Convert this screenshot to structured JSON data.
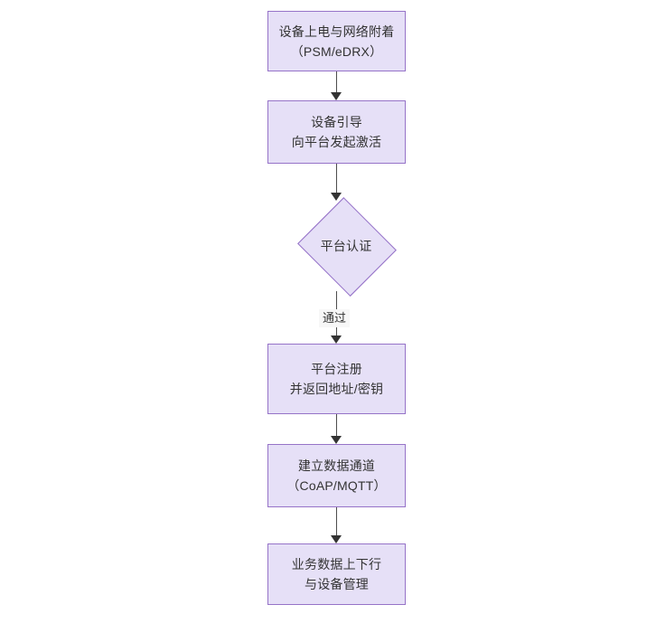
{
  "diagram": {
    "type": "flowchart",
    "orientation": "top-to-bottom",
    "background_color": "#ffffff",
    "node_fill_color": "#e6e0f7",
    "node_border_color": "#9673c8",
    "text_color": "#333333",
    "connector_color": "#4d4d4d",
    "nodes": [
      {
        "id": "power-on",
        "shape": "rectangle",
        "line1": "设备上电与网络附着",
        "line2": "（PSM/eDRX）"
      },
      {
        "id": "bootstrap",
        "shape": "rectangle",
        "line1": "设备引导",
        "line2": "向平台发起激活"
      },
      {
        "id": "auth",
        "shape": "diamond",
        "line1": "平台认证",
        "line2": ""
      },
      {
        "id": "register",
        "shape": "rectangle",
        "line1": "平台注册",
        "line2": "并返回地址/密钥"
      },
      {
        "id": "channel",
        "shape": "rectangle",
        "line1": "建立数据通道",
        "line2": "（CoAP/MQTT）"
      },
      {
        "id": "business",
        "shape": "rectangle",
        "line1": "业务数据上下行",
        "line2": "与设备管理"
      }
    ],
    "edges": [
      {
        "id": "e1",
        "from": "power-on",
        "to": "bootstrap",
        "label": ""
      },
      {
        "id": "e2",
        "from": "bootstrap",
        "to": "auth",
        "label": ""
      },
      {
        "id": "e3",
        "from": "auth",
        "to": "register",
        "label": "通过"
      },
      {
        "id": "e4",
        "from": "register",
        "to": "channel",
        "label": ""
      },
      {
        "id": "e5",
        "from": "channel",
        "to": "business",
        "label": ""
      }
    ]
  }
}
